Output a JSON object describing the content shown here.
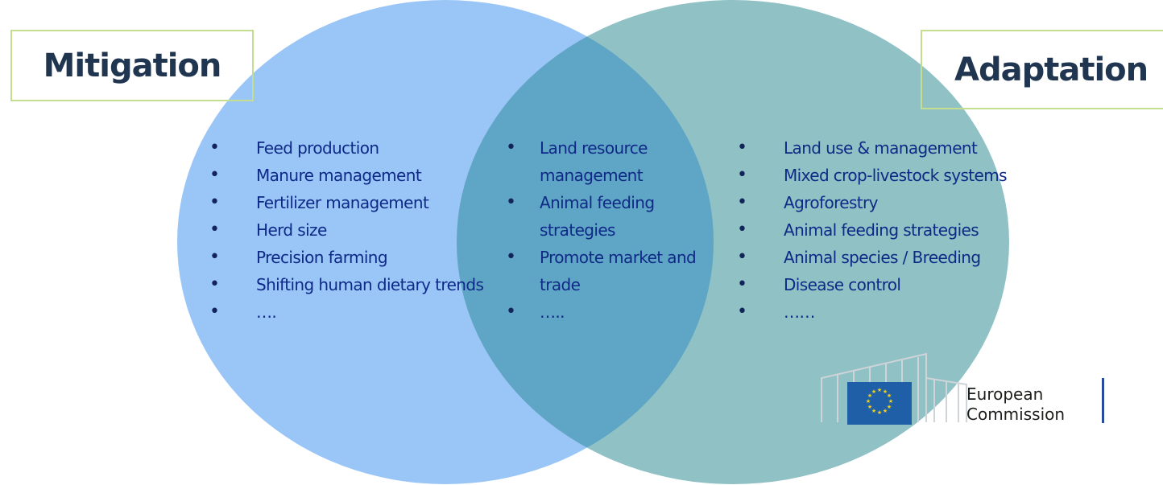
{
  "colors": {
    "left_circle": "#99c5f7",
    "right_circle": "#8fc1c5",
    "overlap": "#5fa5c6",
    "title_border": "#c3de8f",
    "title_text": "#1f3550",
    "item_text": "#0f2a86",
    "eu_flag": "#1f5fa8",
    "eu_star": "#f5d416"
  },
  "mitigation": {
    "title": "Mitigation",
    "items": [
      "Feed production",
      "Manure management",
      "Fertilizer management",
      "Herd size",
      "Precision farming",
      "Shifting human dietary trends",
      "…."
    ]
  },
  "both": {
    "items": [
      "Land resource management",
      "Animal feeding strategies",
      "Promote market and trade",
      "….."
    ]
  },
  "adaptation": {
    "title": "Adaptation",
    "items": [
      "Land use & management",
      "Mixed crop-livestock systems",
      "Agroforestry",
      "Animal feeding strategies",
      "Animal species / Breeding",
      "Disease control",
      "……"
    ]
  },
  "logo": {
    "line1": "European",
    "line2": "Commission",
    "icon": "eu-flag-icon"
  }
}
